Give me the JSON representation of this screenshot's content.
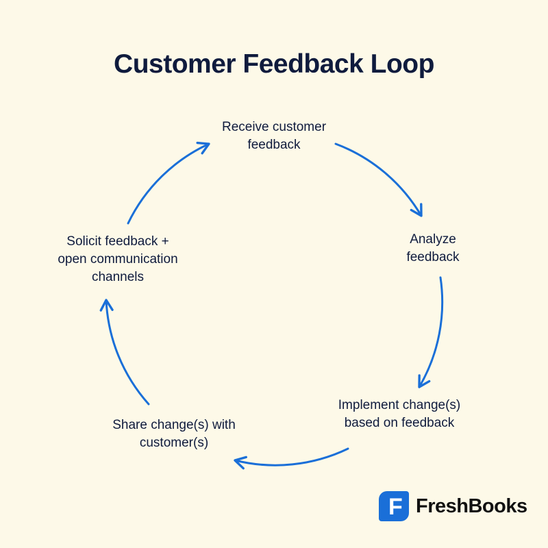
{
  "title": "Customer Feedback Loop",
  "steps": [
    {
      "lines": [
        "Receive customer",
        "feedback"
      ]
    },
    {
      "lines": [
        "Analyze",
        "feedback"
      ]
    },
    {
      "lines": [
        "Implement change(s)",
        "based on feedback"
      ]
    },
    {
      "lines": [
        "Share change(s) with",
        "customer(s)"
      ]
    },
    {
      "lines": [
        "Solicit feedback +",
        "open communication",
        "channels"
      ]
    }
  ],
  "brand": {
    "name": "FreshBooks",
    "logo_letter": "F"
  },
  "colors": {
    "background": "#fdf9e8",
    "arrow": "#1a6fd8",
    "text": "#0f1b3d"
  }
}
